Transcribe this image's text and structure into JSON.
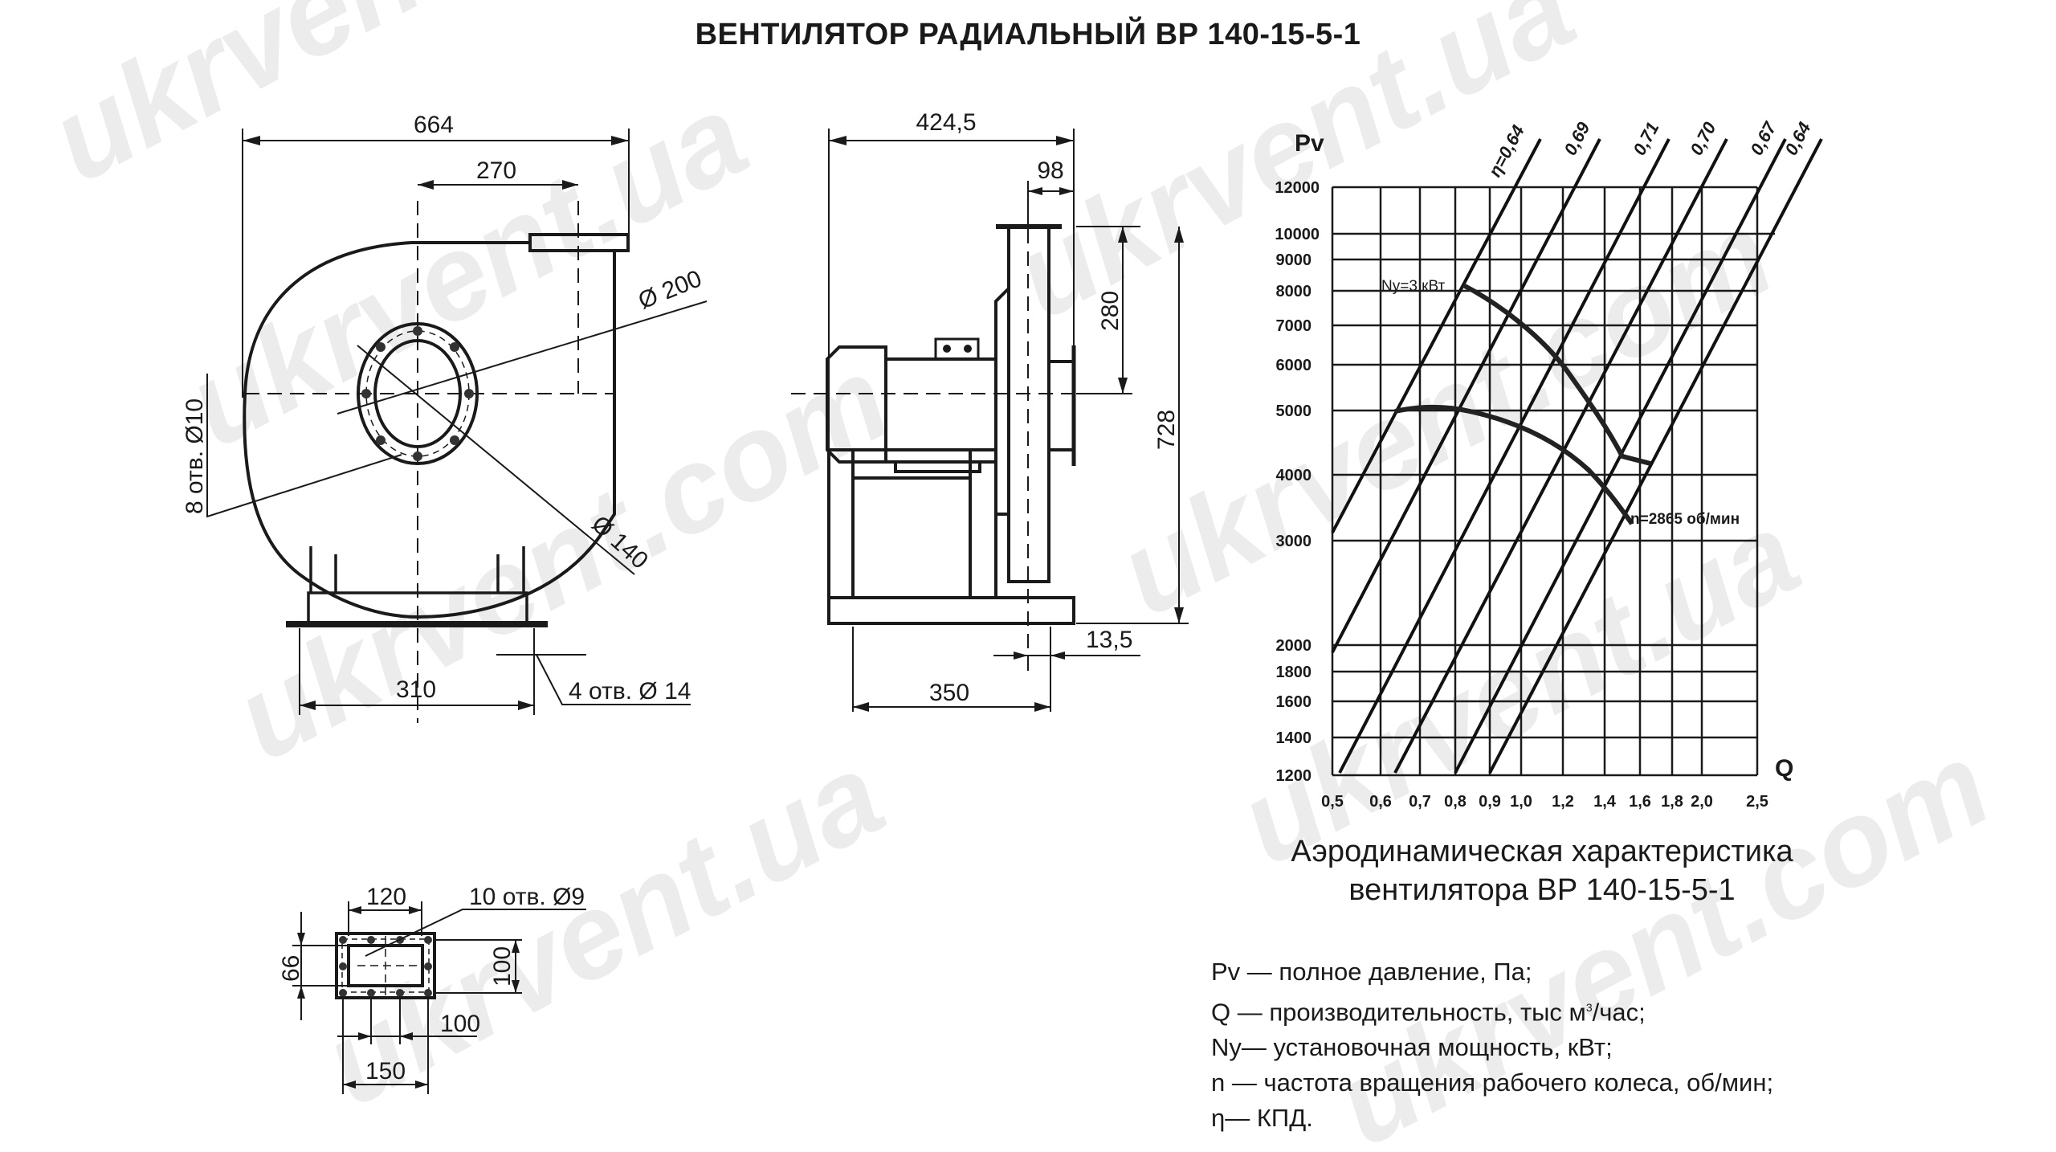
{
  "title": "ВЕНТИЛЯТОР РАДИАЛЬНЫЙ ВР 140-15-5-1",
  "watermarks": [
    "ukrvent.com",
    "ukrvent.ua"
  ],
  "front_view": {
    "dims": {
      "overall_width": "664",
      "outlet_offset": "270",
      "inlet_diameter": "Ø 200",
      "inlet_inner_diameter": "Ø 140",
      "inlet_holes": "8 отв. Ø10",
      "base_span": "310",
      "base_holes": "4 отв. Ø 14"
    }
  },
  "side_view": {
    "dims": {
      "overall_depth": "424,5",
      "outlet_depth": "98",
      "axis_to_outlet": "280",
      "overall_height": "728",
      "offset": "13,5",
      "base_span": "350"
    }
  },
  "flange_view": {
    "dims": {
      "holes": "10 отв. Ø9",
      "outer_top": "120",
      "inner_height": "66",
      "outer_height": "100",
      "hole_pitch": "100",
      "outer_width": "150"
    }
  },
  "chart_data": {
    "type": "line",
    "title": "Аэродинамическая характеристика вентилятора ВР 140-15-5-1",
    "xlabel": "Q",
    "ylabel": "Pv",
    "x_scale": "log",
    "y_scale": "log",
    "x_ticks": [
      "0,5",
      "0,6",
      "0,7",
      "0,8",
      "0,9",
      "1,0",
      "1,2",
      "1,4",
      "1,6",
      "1,8",
      "2,0",
      "2,5"
    ],
    "y_ticks": [
      "1200",
      "1400",
      "1600",
      "1800",
      "2000",
      "3000",
      "4000",
      "5000",
      "6000",
      "7000",
      "8000",
      "9000",
      "10000",
      "12000"
    ],
    "xlim": [
      0.5,
      2.5
    ],
    "ylim": [
      1200,
      12000
    ],
    "grid": true,
    "efficiency_lines": [
      "η=0,64",
      "0,69",
      "0,71",
      "0,70",
      "0,67",
      "0,64"
    ],
    "series": [
      {
        "name": "n=2865 об/мин",
        "points": [
          [
            0.53,
            5050
          ],
          [
            0.62,
            5100
          ],
          [
            0.75,
            5050
          ],
          [
            0.9,
            4750
          ],
          [
            1.05,
            4300
          ],
          [
            1.2,
            3800
          ],
          [
            1.4,
            3350
          ]
        ]
      },
      {
        "name": "Ny=3 кВт",
        "points": [
          [
            0.78,
            8300
          ],
          [
            0.88,
            7500
          ],
          [
            1.0,
            6500
          ],
          [
            1.15,
            5500
          ],
          [
            1.3,
            4700
          ],
          [
            1.5,
            4150
          ]
        ]
      }
    ],
    "annotations": [
      "Ny=3 кВт",
      "n=2865 об/мин"
    ]
  },
  "caption": {
    "line1": "Аэродинамическая характеристика",
    "line2": "вентилятора  ВР 140-15-5-1"
  },
  "legend": {
    "pv": "Pv — полное давление, Па;",
    "q_pre": "Q  — производительность, тыс м",
    "q_sup": "3",
    "q_post": "/час;",
    "ny": "Ny— установочная мощность, кВт;",
    "n": "n — частота вращения рабочего колеса,  об/мин;",
    "eta": "η— КПД."
  }
}
